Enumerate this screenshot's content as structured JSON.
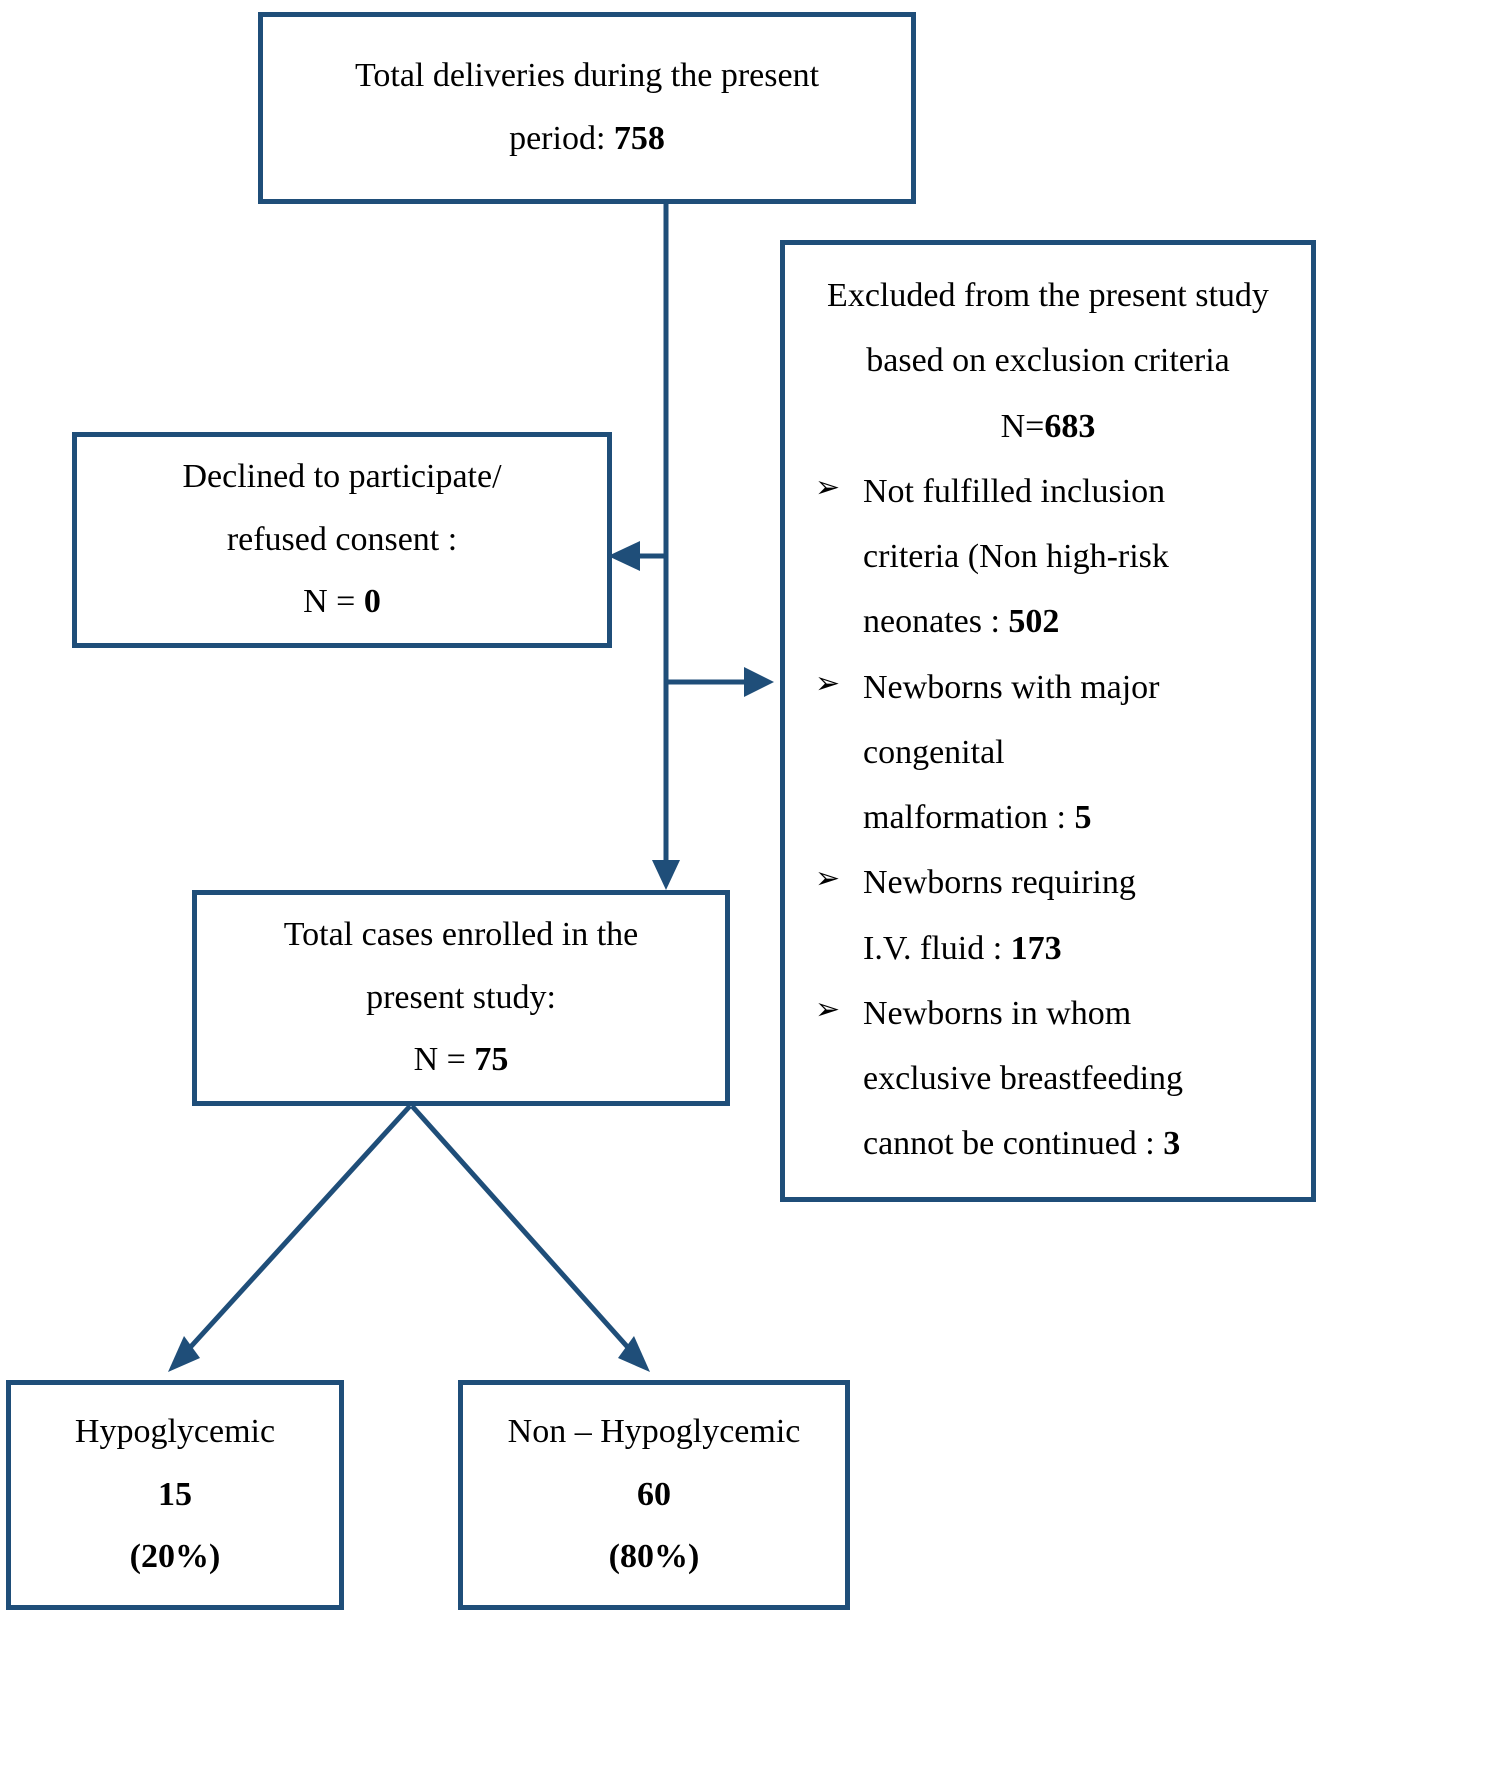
{
  "diagram": {
    "title": "Study participant flow diagram",
    "accent_color": "#1f4e79",
    "text_color": "#000000",
    "background_color": "#ffffff",
    "bullet_glyph": "➢"
  },
  "nodes": {
    "total_deliveries": {
      "line1": "Total deliveries during the present",
      "line2_prefix": "period: ",
      "line2_value": "758"
    },
    "declined": {
      "line1": "Declined to participate/",
      "line2": "refused consent :",
      "line3_prefix": "N = ",
      "line3_value": "0"
    },
    "excluded": {
      "head1": "Excluded from the present study",
      "head2": "based on exclusion criteria",
      "head3_prefix": "N=",
      "head3_value": "683",
      "items": [
        {
          "text_line1": "Not fulfilled inclusion",
          "text_line2": "criteria (Non high-risk",
          "text_line3_prefix": "neonates : ",
          "value": "502"
        },
        {
          "text_line1": "Newborns with major",
          "text_line2": "congenital",
          "text_line3_prefix": "malformation : ",
          "value": "5"
        },
        {
          "text_line1": "Newborns requiring",
          "text_line2": "",
          "text_line3_prefix": "I.V. fluid :  ",
          "value": "173"
        },
        {
          "text_line1": "Newborns in whom",
          "text_line2": "exclusive breastfeeding",
          "text_line3_prefix": "cannot be continued : ",
          "value": "3"
        }
      ]
    },
    "enrolled": {
      "line1": "Total cases enrolled in the",
      "line2": "present study:",
      "line3_prefix": "N = ",
      "line3_value": "75"
    },
    "hypoglycemic": {
      "label": "Hypoglycemic",
      "count": "15",
      "percent": "(20%)"
    },
    "non_hypoglycemic": {
      "label": "Non – Hypoglycemic",
      "count": "60",
      "percent": "(80%)"
    }
  },
  "chart_data": {
    "type": "table",
    "title": "Study participant flow",
    "categories": [
      "Total deliveries",
      "Excluded",
      "Declined / refused consent",
      "Enrolled",
      "Hypoglycemic",
      "Non-hypoglycemic"
    ],
    "values": [
      758,
      683,
      0,
      75,
      15,
      60
    ],
    "exclusion_breakdown": {
      "categories": [
        "Not fulfilled inclusion criteria (Non high-risk neonates)",
        "Newborns with major congenital malformation",
        "Newborns requiring I.V. fluid",
        "Newborns in whom exclusive breastfeeding cannot be continued"
      ],
      "values": [
        502,
        5,
        173,
        3
      ],
      "total": 683
    },
    "outcome_percentages": {
      "categories": [
        "Hypoglycemic",
        "Non-hypoglycemic"
      ],
      "values": [
        20,
        80
      ],
      "unit": "%"
    }
  }
}
